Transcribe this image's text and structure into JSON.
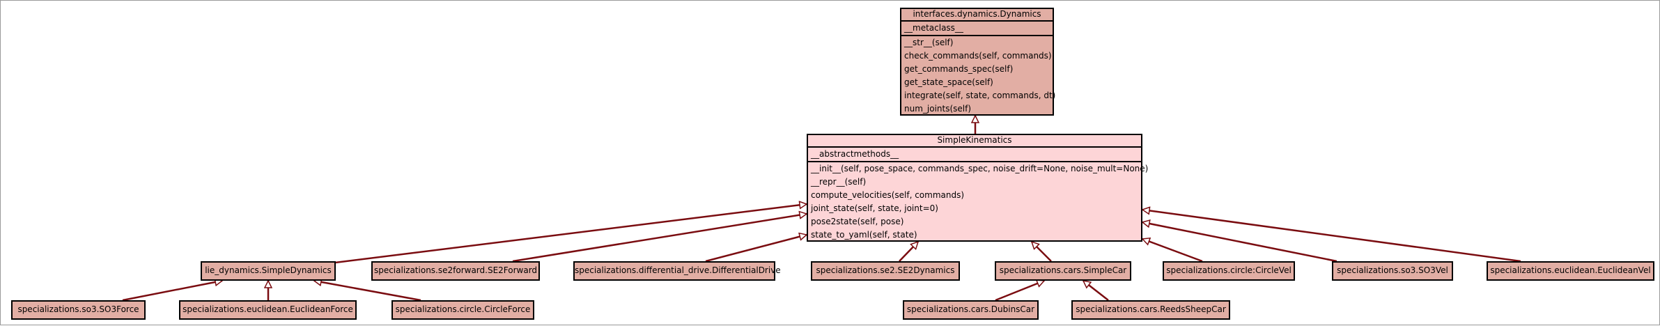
{
  "dynamics": {
    "title": "interfaces.dynamics.Dynamics",
    "attributes": [
      "__metaclass__"
    ],
    "methods": [
      "__str__(self)",
      "check_commands(self, commands)",
      "get_commands_spec(self)",
      "get_state_space(self)",
      "integrate(self, state, commands, dt)",
      "num_joints(self)"
    ]
  },
  "simple_kinematics": {
    "title": "SimpleKinematics",
    "attributes": [
      "__abstractmethods__"
    ],
    "methods": [
      "__init__(self, pose_space, commands_spec, noise_drift=None, noise_mult=None)",
      "__repr__(self)",
      "compute_velocities(self, commands)",
      "joint_state(self, state, joint=0)",
      "pose2state(self, pose)",
      "state_to_yaml(self, state)"
    ]
  },
  "subclasses": {
    "lie_dynamics": "lie_dynamics.SimpleDynamics",
    "se2forward": "specializations.se2forward.SE2Forward",
    "differential_drive": "specializations.differential_drive.DifferentialDrive",
    "se2dynamics": "specializations.se2.SE2Dynamics",
    "simplecar": "specializations.cars.SimpleCar",
    "circlevel": "specializations.circle:CircleVel",
    "so3vel": "specializations.so3.SO3Vel",
    "euclideanvel": "specializations.euclidean.EuclideanVel"
  },
  "dynamics_subclasses": {
    "so3force": "specializations.so3.SO3Force",
    "euclideanforce": "specializations.euclidean.EuclideanForce",
    "circleforce": "specializations.circle.CircleForce"
  },
  "car_subclasses": {
    "dubins": "specializations.cars.DubinsCar",
    "reedsshepp": "specializations.cars.ReedsSheepCar"
  },
  "colors": {
    "edge": "#7a0c10",
    "node_fill": "#e2aea4",
    "focus_fill": "#fdd5d7",
    "border": "#000000"
  }
}
